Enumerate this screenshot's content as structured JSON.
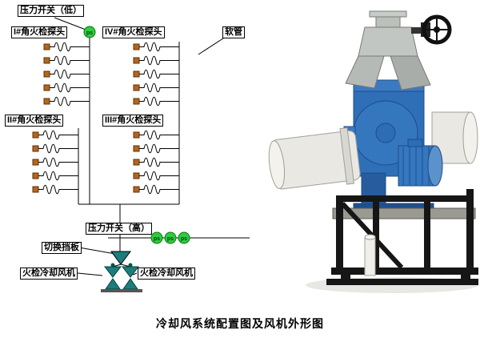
{
  "caption": "冷却风系统配置图及风机外形图",
  "diagram": {
    "pressure_switch_low": "压力开关（低）",
    "probe_group_i": "I#角火检探头",
    "probe_group_iv": "IV#角火检探头",
    "hose": "软管",
    "probe_group_ii": "II#角火检探头",
    "probe_group_iii": "III#角火检探头",
    "pressure_switch_high": "压力开关（高）",
    "switch_damper": "切换挡板",
    "cooling_fan_left": "火检冷却风机",
    "cooling_fan_right": "火检冷却风机",
    "ps_label": "ps",
    "colors": {
      "line": "#000000",
      "probe_square": "#b5651d",
      "ps_green": "#2ecc40",
      "fan_teal": "#1d7d7d",
      "photo_blue": "#2f6fb8",
      "frame_black": "#161616",
      "duct_white": "#e9e8e2"
    }
  }
}
